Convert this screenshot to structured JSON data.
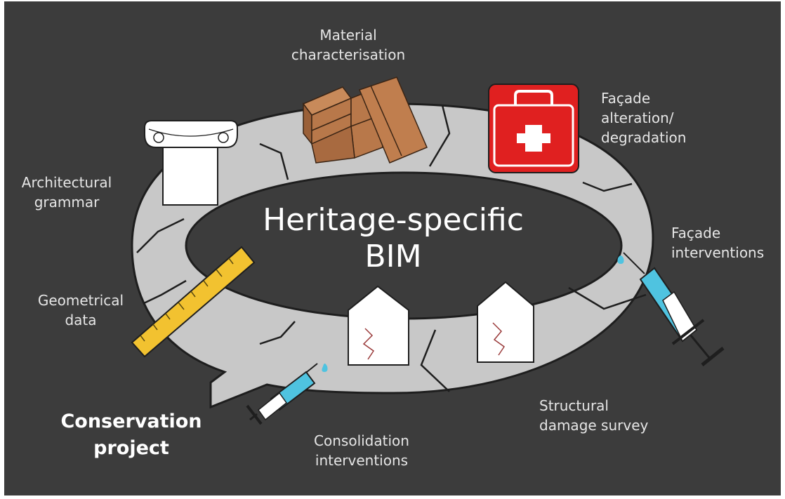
{
  "diagram": {
    "center_title": "Heritage-specific\nBIM",
    "outcome_label": "Conservation\nproject",
    "stages": [
      {
        "id": "material",
        "label": "Material\ncharacterisation",
        "icon": "bricks-icon"
      },
      {
        "id": "facade_alt",
        "label": "Façade\nalteration/\ndegradation",
        "icon": "first-aid-kit-icon"
      },
      {
        "id": "facade_int",
        "label": "Façade\ninterventions",
        "icon": "syringe-icon"
      },
      {
        "id": "structural",
        "label": "Structural\ndamage survey",
        "icon": "cracked-building-icon"
      },
      {
        "id": "consolidation",
        "label": "Consolidation\ninterventions",
        "icon": "syringe-icon"
      },
      {
        "id": "geometrical",
        "label": "Geometrical\ndata",
        "icon": "ruler-icon"
      },
      {
        "id": "architectural",
        "label": "Architectural\ngrammar",
        "icon": "ionic-column-icon"
      }
    ]
  },
  "colors": {
    "background": "#3c3c3c",
    "ring": "#c8c8c8",
    "first_aid_red": "#e02020",
    "bricks": "#b8784a",
    "ruler": "#f2c230",
    "syringe": "#4fc3e0"
  }
}
